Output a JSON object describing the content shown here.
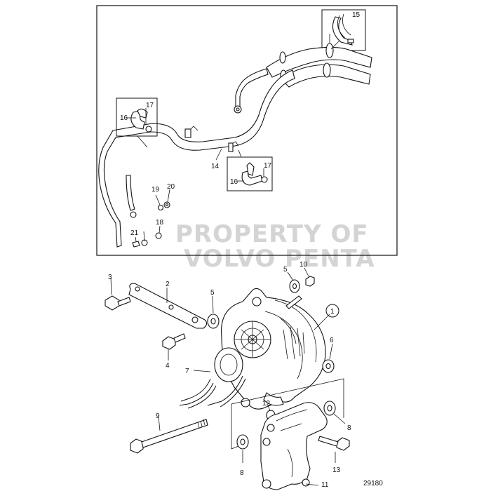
{
  "watermark": {
    "line1": "PROPERTY OF",
    "line2": "VOLVO PENTA"
  },
  "figure_number": "29180",
  "callouts": {
    "c15": "15",
    "c17a": "17",
    "c16a": "16",
    "c14": "14",
    "c17b": "17",
    "c16b": "16",
    "c19": "19",
    "c20": "20",
    "c18": "18",
    "c21": "21",
    "c3": "3",
    "c2": "2",
    "c5a": "5",
    "c5b": "5",
    "c10": "10",
    "c1": "1",
    "c4": "4",
    "c6": "6",
    "c7": "7",
    "c9": "9",
    "c12": "12",
    "c8a": "8",
    "c8b": "8",
    "c13": "13",
    "c11": "11"
  }
}
